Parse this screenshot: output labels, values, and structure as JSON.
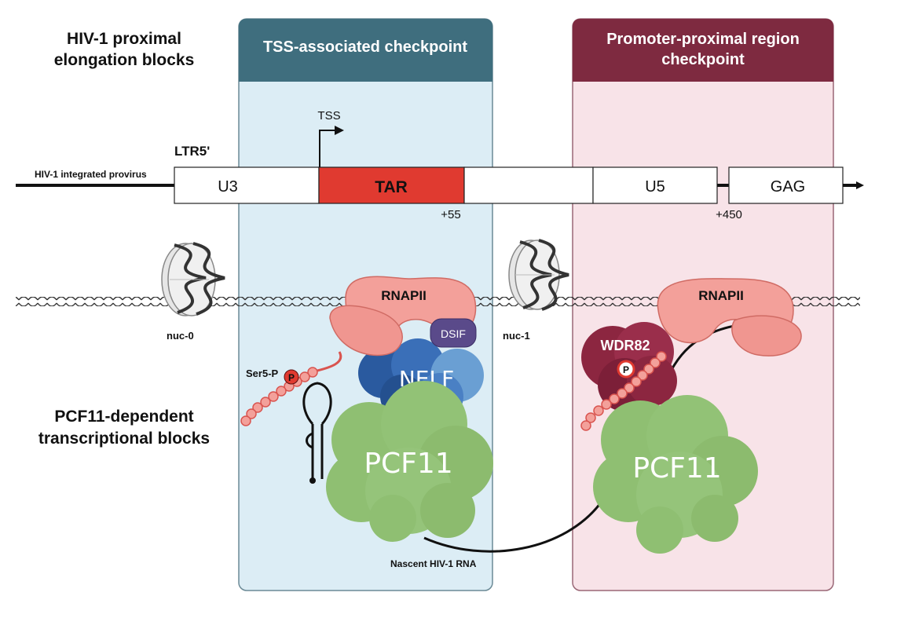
{
  "labels": {
    "top_left": [
      "HIV-1 proximal",
      "elongation blocks"
    ],
    "bottom_left": [
      "PCF11-dependent",
      "transcriptional blocks"
    ],
    "provirus": "HIV-1 integrated provirus",
    "ltr": "LTR5'",
    "tss": "TSS",
    "pos_55": "+55",
    "pos_450": "+450",
    "nuc0": "nuc-0",
    "nuc1": "nuc-1",
    "ser5p": "Ser5-P",
    "phospho": "P",
    "nascent_rna": "Nascent HIV-1  RNA"
  },
  "panels": {
    "left_title": "TSS-associated checkpoint",
    "right_title": [
      "Promoter-proximal region",
      "checkpoint"
    ]
  },
  "segments": {
    "u3": "U3",
    "tar": "TAR",
    "u5": "U5",
    "gag": "GAG"
  },
  "proteins": {
    "rnapii": "RNAPII",
    "dsif": "DSIF",
    "nelf": "NELF",
    "pcf11": "PCF11",
    "wdr82": "WDR82"
  },
  "colors": {
    "left_panel_bg": "#dcedf5",
    "left_panel_header": "#3f6e7e",
    "right_panel_bg": "#f8e3e8",
    "right_panel_header": "#7e2a40",
    "tar": "#e03a30",
    "rnapii": "#f3a09a",
    "nelf": "#2f63a8",
    "dsif": "#5a4a8a",
    "pcf11": "#8fbf72",
    "wdr82": "#8c2640"
  }
}
